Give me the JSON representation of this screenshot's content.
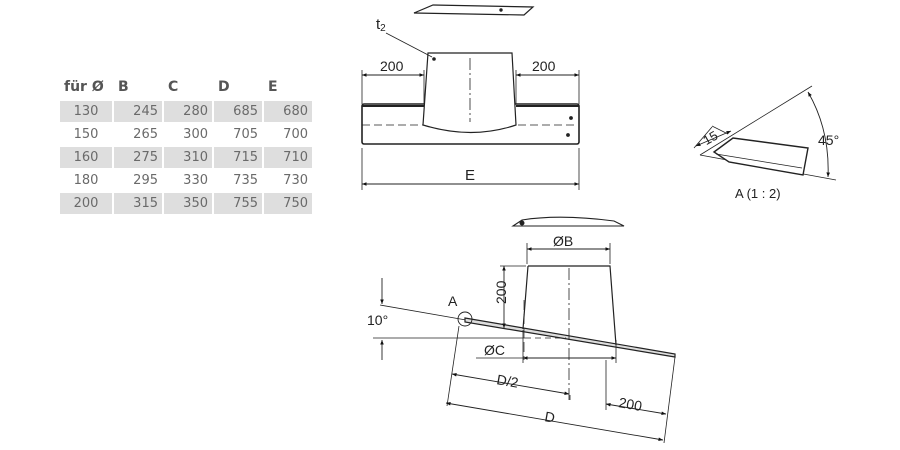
{
  "table": {
    "headers": [
      "für Ø",
      "B",
      "C",
      "D",
      "E"
    ],
    "rows": [
      [
        "130",
        "245",
        "280",
        "685",
        "680"
      ],
      [
        "150",
        "265",
        "300",
        "705",
        "700"
      ],
      [
        "160",
        "275",
        "310",
        "715",
        "710"
      ],
      [
        "180",
        "295",
        "330",
        "735",
        "730"
      ],
      [
        "200",
        "315",
        "350",
        "755",
        "750"
      ]
    ],
    "shaded_rows": [
      0,
      2,
      4
    ],
    "shade_color": "#dedede"
  },
  "front_view": {
    "label_t": "t",
    "label_t_sub": "2",
    "dim_left": "200",
    "dim_right": "200",
    "dim_bottom": "E"
  },
  "detail_view": {
    "dim_flange": "15",
    "angle": "45°",
    "caption": "A (1 : 2)"
  },
  "side_view": {
    "dim_diameter_top": "ØB",
    "dim_height": "200",
    "dim_diameter_bottom": "ØC",
    "dim_half": "D/2",
    "dim_full": "D",
    "dim_edge": "200",
    "angle": "10°",
    "detail_marker": "A"
  }
}
